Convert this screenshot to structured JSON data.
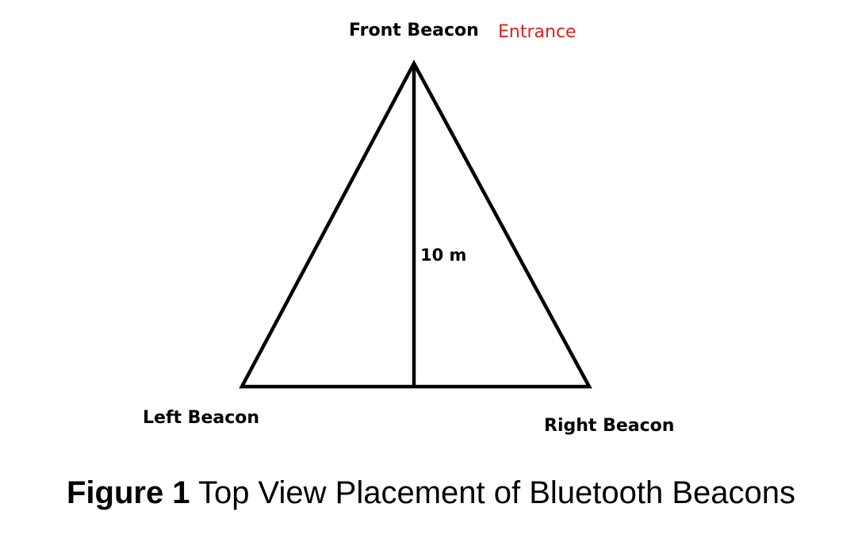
{
  "diagram": {
    "front_beacon_label": "Front Beacon",
    "entrance_label": "Entrance",
    "left_beacon_label": "Left Beacon",
    "right_beacon_label": "Right Beacon",
    "height_label": "10 m",
    "line_color": "#000000",
    "entrance_color": "#e0201b"
  },
  "caption": {
    "figure_number": "Figure 1",
    "title": "Top View Placement of Bluetooth Beacons"
  }
}
